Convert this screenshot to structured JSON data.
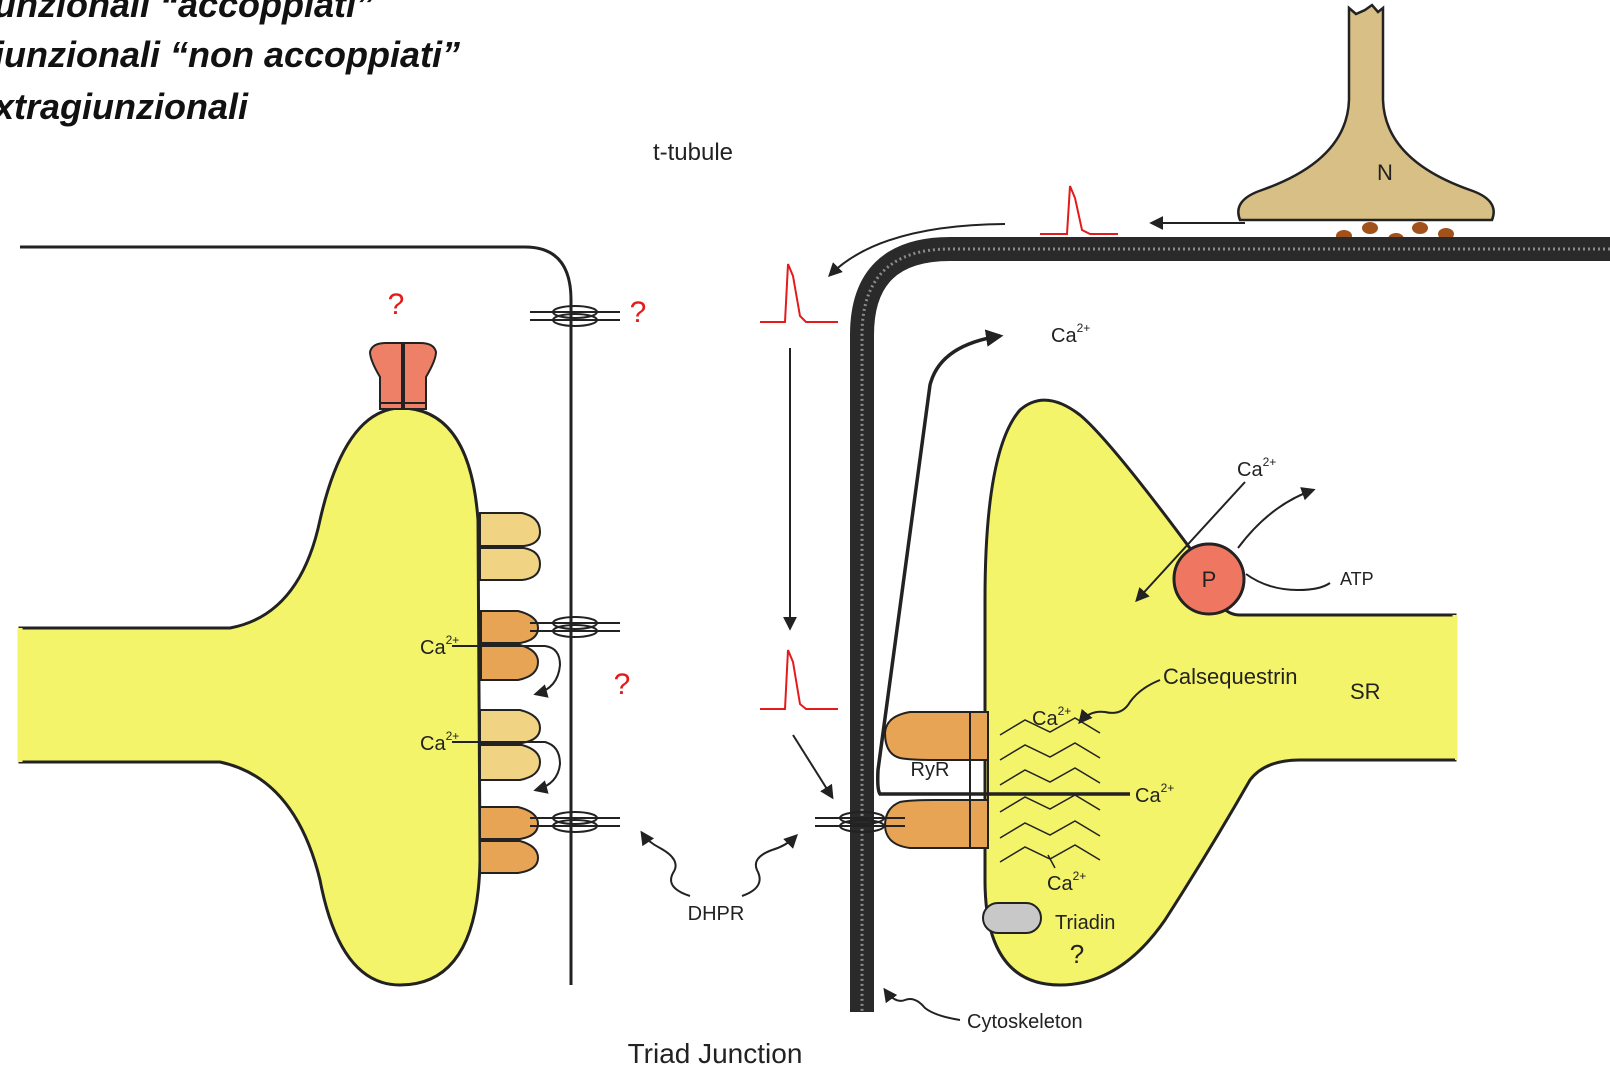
{
  "header_lines": [
    "unzionali “accoppiati”",
    "iunzionali “non accoppiati”",
    "xtragiunzionali"
  ],
  "labels": {
    "t_tubule": "t-tubule",
    "triad_junction": "Triad Junction",
    "neuron": "N",
    "dhpr": "DHPR",
    "ryr": "RyR",
    "pump": "P",
    "atp": "ATP",
    "calsequestrin": "Calsequestrin",
    "sr": "SR",
    "triadin": "Triadin",
    "cytoskeleton": "Cytoskeleton",
    "ca_base": "Ca",
    "ca_sup": "2+",
    "unknown": "?"
  },
  "colors": {
    "sr_fill": "#f4f46a",
    "receptor_dark": "#e8a455",
    "receptor_light": "#f1d384",
    "receptor_red": "#ef8068",
    "pump_fill": "#ef7660",
    "neuron_fill": "#d8bf85",
    "vesicle": "#a0521a",
    "action_potential": "#e31b1b",
    "question_mark": "#e31b1b"
  }
}
